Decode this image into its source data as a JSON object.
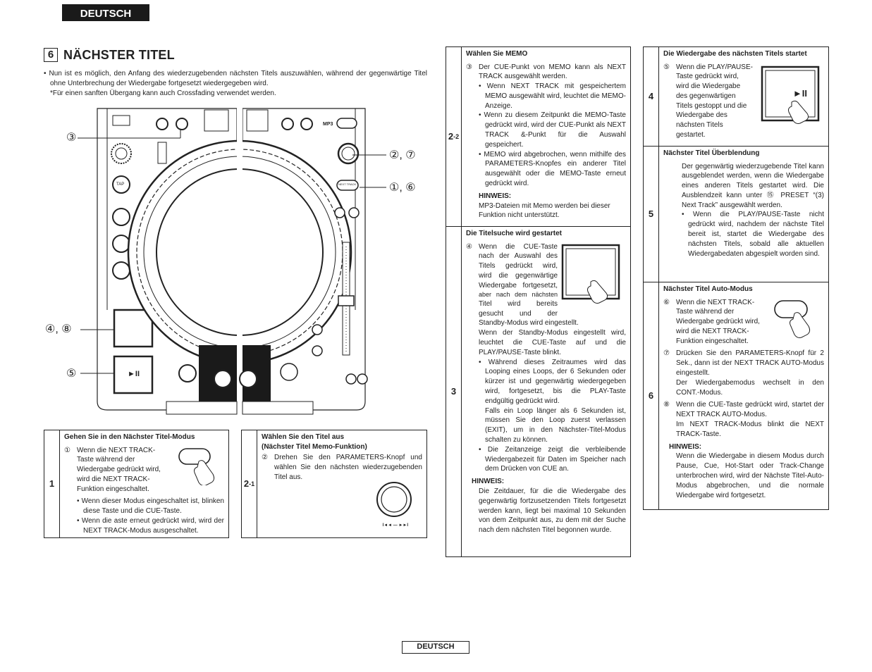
{
  "language_tab": "DEUTSCH",
  "section": {
    "number": "6",
    "title": "NÄCHSTER TITEL"
  },
  "intro": {
    "bullet": "• Nun ist es möglich, den Anfang des wiederzugebenden nächsten Titels auszuwählen, während der gegenwärtige Titel ohne Unterbrechung der Wiedergabe fortgesetzt wiedergegeben wird.",
    "note": "*Für einen sanften Übergang kann auch Crossfading verwendet werden."
  },
  "figure": {
    "callouts": {
      "c3": "③",
      "c27": "②, ⑦",
      "c16": "①, ⑥",
      "c48": "④, ⑧",
      "c5": "⑤"
    },
    "labels": {
      "mp3": "MP3",
      "tap": "TAP",
      "next_track": "NEXT TRACK",
      "play_pause": "►II"
    }
  },
  "step1": {
    "num": "1",
    "heading": "Gehen Sie in den Nächster Titel-Modus",
    "item_marker": "①",
    "item_text": "Wenn die NEXT TRACK-Taste während der Wiedergabe gedrückt wird, wird die NEXT TRACK-Funktion eingeschaltet.",
    "bullets": [
      "• Wenn dieser Modus eingeschaltet ist, blinken diese Taste und die CUE-Taste.",
      "• Wenn die aste erneut gedrückt wird, wird der NEXT TRACK-Modus ausgeschaltet."
    ]
  },
  "step21": {
    "num": "2",
    "sub": "-1",
    "heading1": "Wählen Sie den Titel aus",
    "heading2": "(Nächster Titel Memo-Funktion)",
    "item_marker": "②",
    "item_text": "Drehen Sie den PARAMETERS-Knopf und wählen Sie den nächsten wiederzugebenden Titel aus.",
    "knob_label": "I◄◄ — ►►I"
  },
  "step22": {
    "num": "2",
    "sub": "-2",
    "heading": "Wählen Sie MEMO",
    "item_marker": "③",
    "item_text": "Der CUE-Punkt von MEMO kann als NEXT TRACK ausgewählt werden.",
    "bullets": [
      "• Wenn NEXT TRACK mit gespeichertem MEMO ausgewählt wird, leuchtet die MEMO-Anzeige.",
      "• Wenn zu diesem Zeitpunkt die MEMO-Taste gedrückt wird, wird der CUE-Punkt als NEXT TRACK &-Punkt für die Auswahl gespeichert.",
      "• MEMO wird abgebrochen, wenn mithilfe des PARAMETERS-Knopfes ein anderer Titel ausgewählt oder die MEMO-Taste erneut gedrückt wird."
    ],
    "hinweis_label": "HINWEIS:",
    "hinweis_text": "MP3-Dateien mit Memo werden bei dieser Funktion nicht unterstützt."
  },
  "step3": {
    "num": "3",
    "heading": "Die Titelsuche wird gestartet",
    "item_marker": "④",
    "item_lines": [
      "Wenn die CUE-Taste",
      "nach der Auswahl des",
      "Titels gedrückt wird,",
      "wird die gegenwärtige",
      "Wiedergabe fortgesetzt,",
      "aber nach dem nächsten",
      "Titel wird bereits",
      "gesucht und der"
    ],
    "item_tail": "Standby-Modus wird eingestellt.",
    "item_cont": "Wenn der Standby-Modus eingestellt wird, leuchtet die CUE-Taste auf und die PLAY/PAUSE-Taste blinkt.",
    "bullets": [
      "• Während dieses Zeitraumes wird das Looping eines Loops, der 6 Sekunden oder kürzer ist und gegenwärtig wiedergegeben wird, fortgesetzt, bis die PLAY-Taste endgültig gedrückt wird.",
      "• Die Zeitanzeige zeigt die verbleibende Wiedergabezeit für Daten im Speicher nach dem Drücken von CUE an."
    ],
    "bullet1_cont": "Falls ein Loop länger als 6 Sekunden ist, müssen Sie den Loop zuerst verlassen (EXIT), um in den Nächster-Titel-Modus schalten zu können.",
    "hinweis_label": "HINWEIS:",
    "hinweis_text": "Die Zeitdauer, für die die Wiedergabe des gegenwärtig fortzusetzenden Titels fortgesetzt werden kann, liegt bei maximal 10 Sekunden von dem Zeitpunkt aus, zu dem mit der Suche nach dem nächsten Titel begonnen wurde."
  },
  "step4": {
    "num": "4",
    "heading": "Die Wiedergabe des nächsten Titels startet",
    "item_marker": "⑤",
    "item_lines": [
      "Wenn die PLAY/PAUSE-",
      "Taste gedrückt wird,",
      "wird die Wiedergabe",
      "des gegenwärtigen",
      "Titels gestoppt und die",
      "Wiedergabe des",
      "nächsten Titels",
      "gestartet."
    ],
    "button_label": "►II"
  },
  "step5": {
    "num": "5",
    "heading": "Nächster Titel Überblendung",
    "para": "Der gegenwärtig wiederzugebende Titel kann ausgeblendet werden, wenn die Wiedergabe eines anderen Titels gestartet wird. Die Ausblendzeit kann unter ⑮ PRESET “(3) Next Track” ausgewählt werden.",
    "bullet": "• Wenn die PLAY/PAUSE-Taste nicht gedrückt wird, nachdem der nächste Titel bereit ist, startet die Wiedergabe des nächsten Titels, sobald alle aktuellen Wiedergabedaten abgespielt worden sind."
  },
  "step6": {
    "num": "6",
    "heading": "Nächster Titel Auto-Modus",
    "item1_marker": "⑥",
    "item1_lines": [
      "Wenn die NEXT TRACK-",
      "Taste während der",
      "Wiedergabe gedrückt wird,",
      "wird die NEXT TRACK-",
      "Funktion eingeschaltet."
    ],
    "item2_marker": "⑦",
    "item2_text": "Drücken Sie den PARAMETERS-Knopf für 2 Sek., dann ist der NEXT TRACK AUTO-Modus eingestellt.",
    "item2_cont": "Der Wiedergabemodus wechselt in den CONT.-Modus.",
    "item3_marker": "⑧",
    "item3_text": "Wenn die CUE-Taste gedrückt wird, startet der NEXT TRACK AUTO-Modus.",
    "item3_cont": "Im NEXT TRACK-Modus blinkt die NEXT TRACK-Taste.",
    "hinweis_label": "HINWEIS:",
    "hinweis_text": "Wenn die Wiedergabe in diesem Modus durch Pause, Cue, Hot-Start oder Track-Change unterbrochen wird, wird der Nächste Titel-Auto-Modus abgebrochen, und die normale Wiedergabe wird fortgesetzt."
  },
  "footer_tab": "DEUTSCH"
}
